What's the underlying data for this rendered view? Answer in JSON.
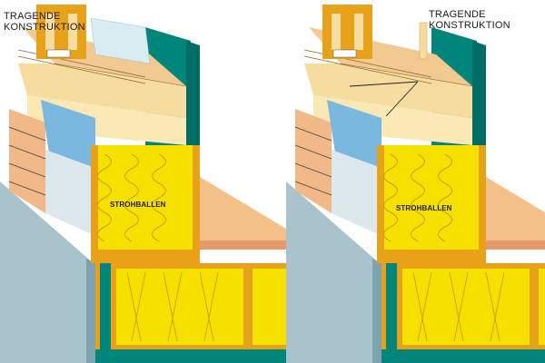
{
  "left_diagram": {
    "label_line1": "TRAGENDE",
    "label_line2": "KONSTRUKTION",
    "infill_label": "STROHBALLEN"
  },
  "right_diagram": {
    "label_line1": "TRAGENDE",
    "label_line2": "KONSTRUKTION",
    "infill_label": "STROHBALLEN"
  },
  "colors": {
    "straw_yellow": "#f5e000",
    "timber_orange": "#e8a21a",
    "teal_cladding": "#00857a",
    "light_wood": "#f7dca0",
    "blue_layer": "#7bb8e0",
    "grey_plaster": "#a8c3cc",
    "floor_peach": "#f3c08a"
  }
}
